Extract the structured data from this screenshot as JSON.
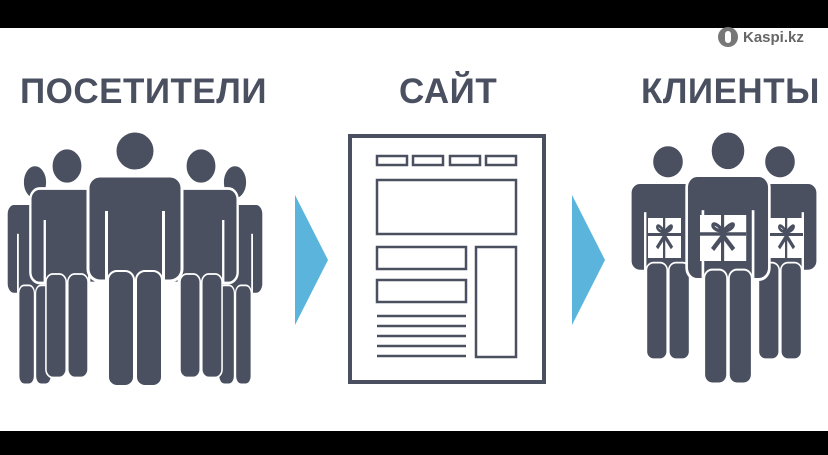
{
  "watermark": {
    "text": "Kaspi.kz"
  },
  "columns": [
    {
      "title": "ПОСЕТИТЕЛИ",
      "icon": "crowd-icon"
    },
    {
      "title": "САЙТ",
      "icon": "webpage-wireframe-icon"
    },
    {
      "title": "КЛИЕНТЫ",
      "icon": "customers-with-gifts-icon"
    }
  ],
  "colors": {
    "figure": "#4a5060",
    "arrow": "#5ab4dc",
    "background": "#ffffff"
  }
}
